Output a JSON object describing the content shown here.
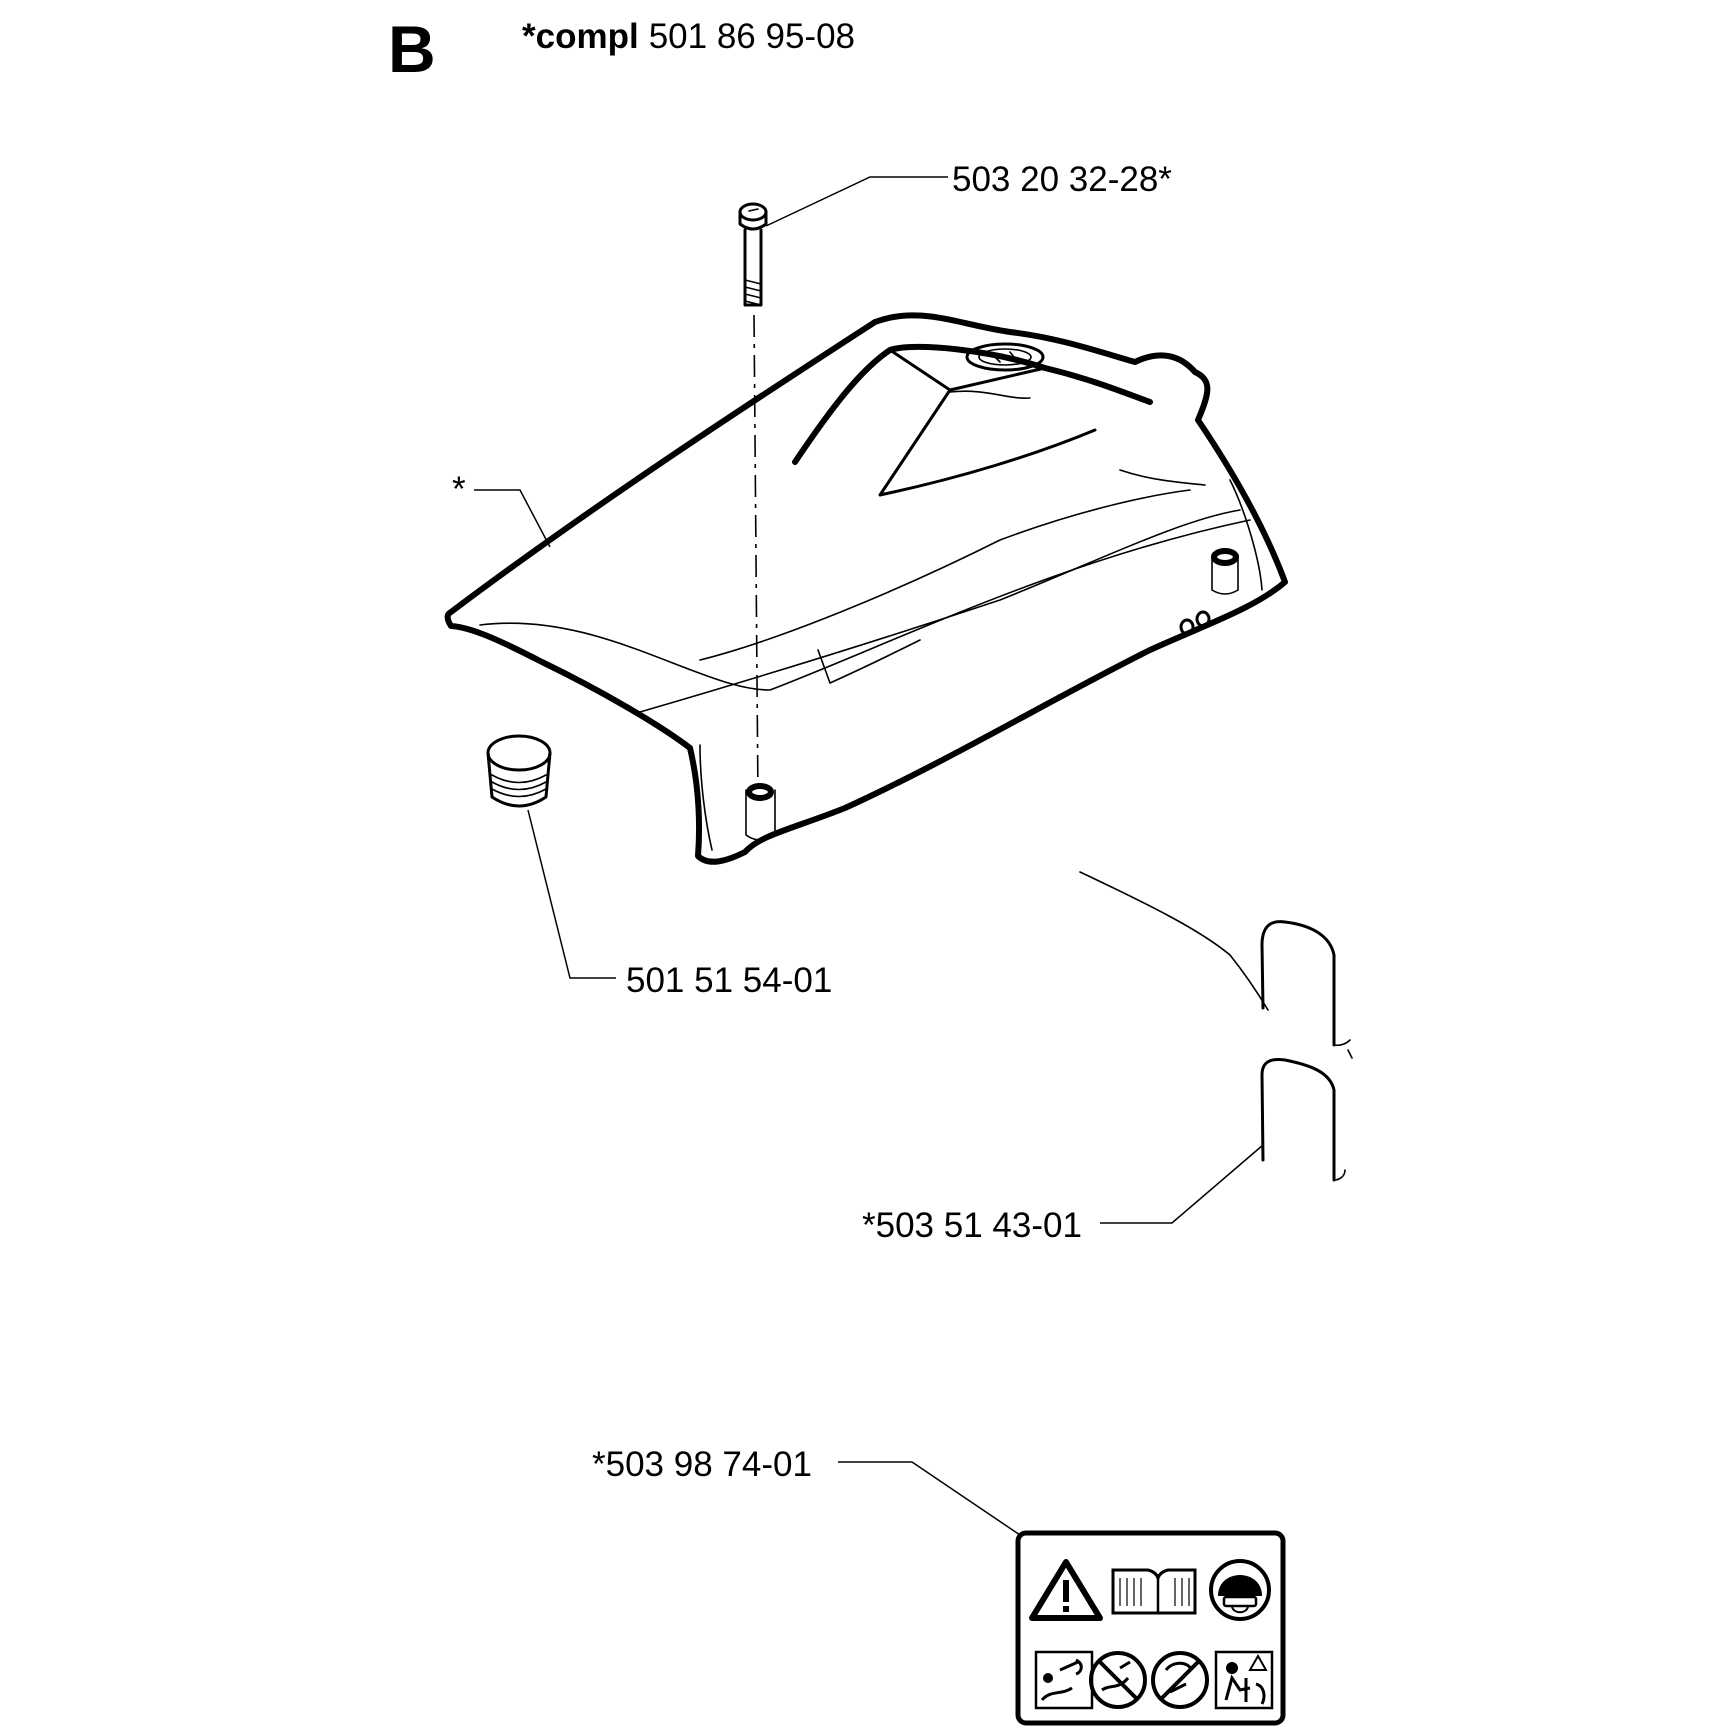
{
  "section": {
    "letter": "B",
    "assembly_prefix": "*compl",
    "assembly_number": "501 86 95-08"
  },
  "callouts": {
    "screw": "503 20 32-28*",
    "cover": "*",
    "plug": "501 51 54-01",
    "plate": "*503 51 43-01",
    "decal": "*503 98 74-01"
  },
  "icons": {
    "decal_row1": [
      "warning-triangle-icon",
      "manual-book-icon",
      "helmet-protection-icon"
    ],
    "decal_row2": [
      "kickback-icon",
      "no-one-hand-icon",
      "kickback-zone-icon",
      "two-hand-operation-icon"
    ]
  }
}
